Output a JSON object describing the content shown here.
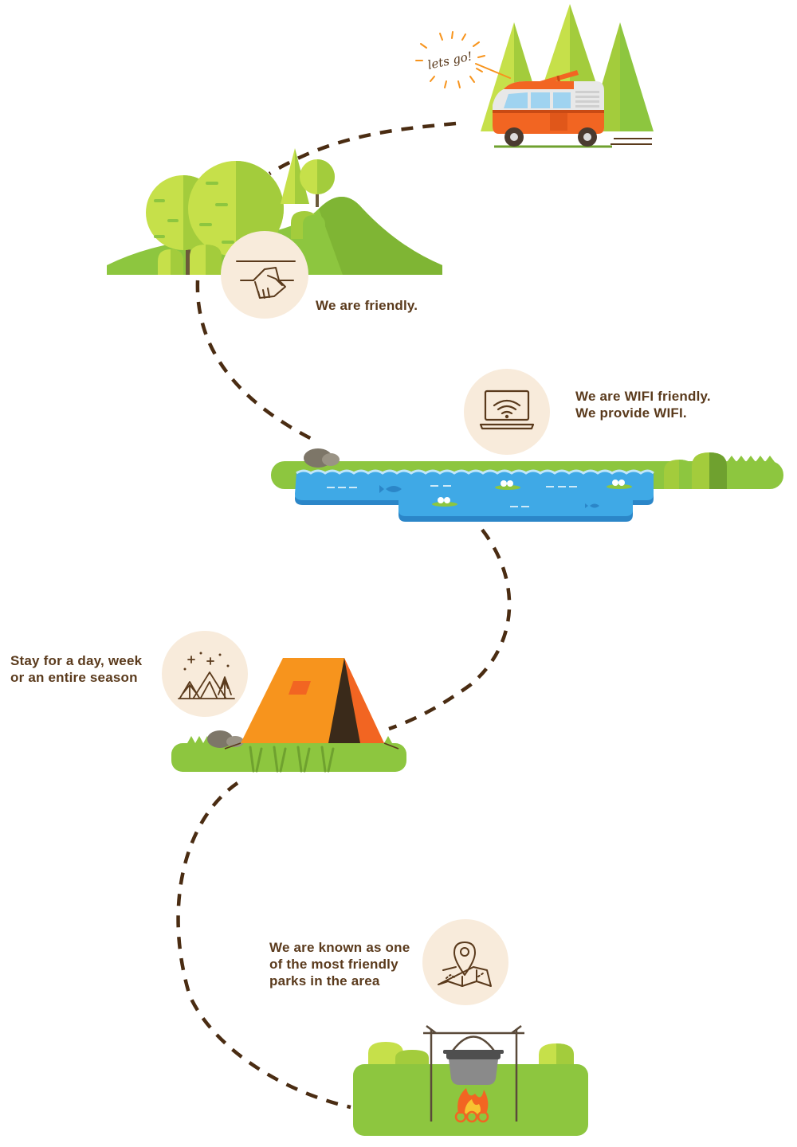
{
  "colors": {
    "trail": "#4a2c12",
    "grass": "#8dc63f",
    "grass_dark": "#6fa12f",
    "tree_light": "#c6e04a",
    "tree_mid": "#a3cc3c",
    "water": "#3fa9e6",
    "water_dark": "#2b86c8",
    "van": "#f26522",
    "tent": "#f7941d",
    "fire": "#f26522",
    "icon_bg": "#f8ebdb",
    "icon_stroke": "#5a3a1c",
    "text": "#5a3a1c",
    "accent_lines": "#f7941d"
  },
  "van_callout": {
    "text": "lets go!"
  },
  "features": [
    {
      "id": "friendly",
      "icon": "handshake-icon",
      "lines": [
        "We are friendly."
      ]
    },
    {
      "id": "wifi",
      "icon": "laptop-wifi-icon",
      "lines": [
        "We are WIFI friendly.",
        "We provide WIFI."
      ]
    },
    {
      "id": "stay",
      "icon": "forest-night-icon",
      "lines": [
        "Stay for a day, week",
        "or an entire season"
      ]
    },
    {
      "id": "known",
      "icon": "map-pin-icon",
      "lines": [
        "We are known as one",
        "of the most friendly",
        "parks in the area"
      ]
    }
  ]
}
